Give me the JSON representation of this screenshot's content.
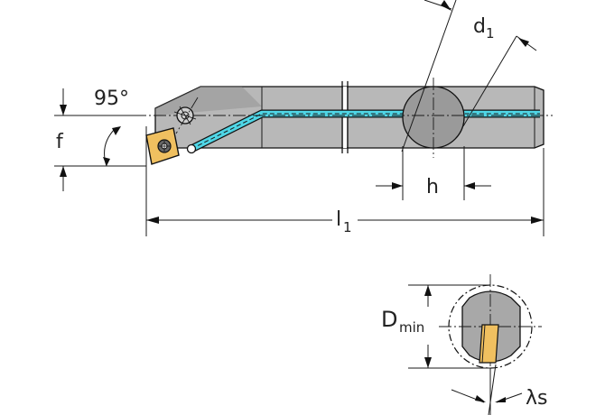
{
  "labels": {
    "angle": "95°",
    "f": "f",
    "d_main": "d",
    "d_sub": "1",
    "h": "h",
    "l_main": "l",
    "l_sub": "1",
    "dmin_main": "D",
    "dmin_sub": "min",
    "lambda_s": "λs"
  },
  "colors": {
    "shank": "#b8b8b8",
    "shank_dark": "#8c8c8c",
    "coolant": "#4fd6e6",
    "insert": "#f0c060",
    "outline": "#111111"
  },
  "icons": {
    "screw": "clamp-screw-icon",
    "insert": "insert-icon"
  }
}
